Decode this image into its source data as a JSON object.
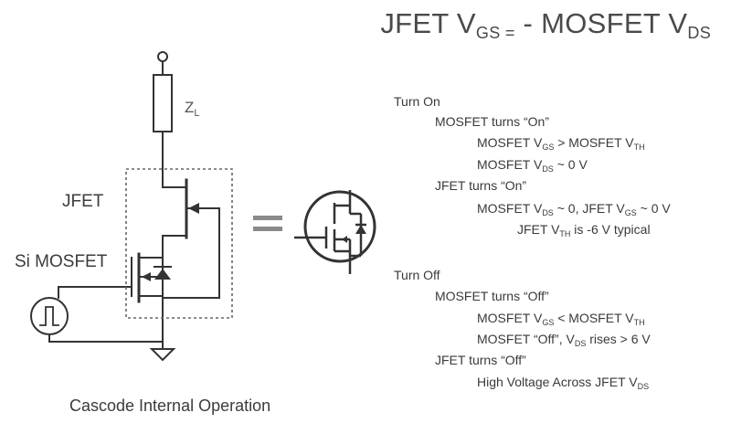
{
  "title": {
    "part1": "JFET V",
    "sub1": "GS =",
    "part2": " - MOSFET V",
    "sub2": "DS"
  },
  "labels": {
    "jfet": "JFET",
    "si_mosfet": "Si MOSFET",
    "zl_main": "Z",
    "zl_sub": "L",
    "equals": "=",
    "caption": "Cascode Internal Operation"
  },
  "turn_on": {
    "heading": "Turn On",
    "mosfet_turns": "MOSFET turns “On”",
    "cond1": {
      "a": "MOSFET V",
      "a_sub": "GS",
      "b": " > MOSFET V",
      "b_sub": "TH"
    },
    "cond2": {
      "a": "MOSFET V",
      "a_sub": "DS",
      "b": " ~ 0 V"
    },
    "jfet_turns": "JFET turns “On”",
    "cond3": {
      "a": "MOSFET V",
      "a_sub": "DS",
      "b": " ~ 0, JFET V",
      "b_sub": "GS",
      "c": " ~ 0 V"
    },
    "cond4": {
      "a": "JFET V",
      "a_sub": "TH",
      "b": " is -6 V typical"
    }
  },
  "turn_off": {
    "heading": "Turn Off",
    "mosfet_turns": "MOSFET turns “Off”",
    "cond1": {
      "a": "MOSFET V",
      "a_sub": "GS",
      "b": " < MOSFET V",
      "b_sub": "TH"
    },
    "cond2": {
      "a": "MOSFET “Off”, V",
      "a_sub": "DS",
      "b": " rises > 6 V"
    },
    "jfet_turns": "JFET turns “Off”",
    "cond3": {
      "a": "High Voltage Across JFET V",
      "a_sub": "DS"
    }
  }
}
